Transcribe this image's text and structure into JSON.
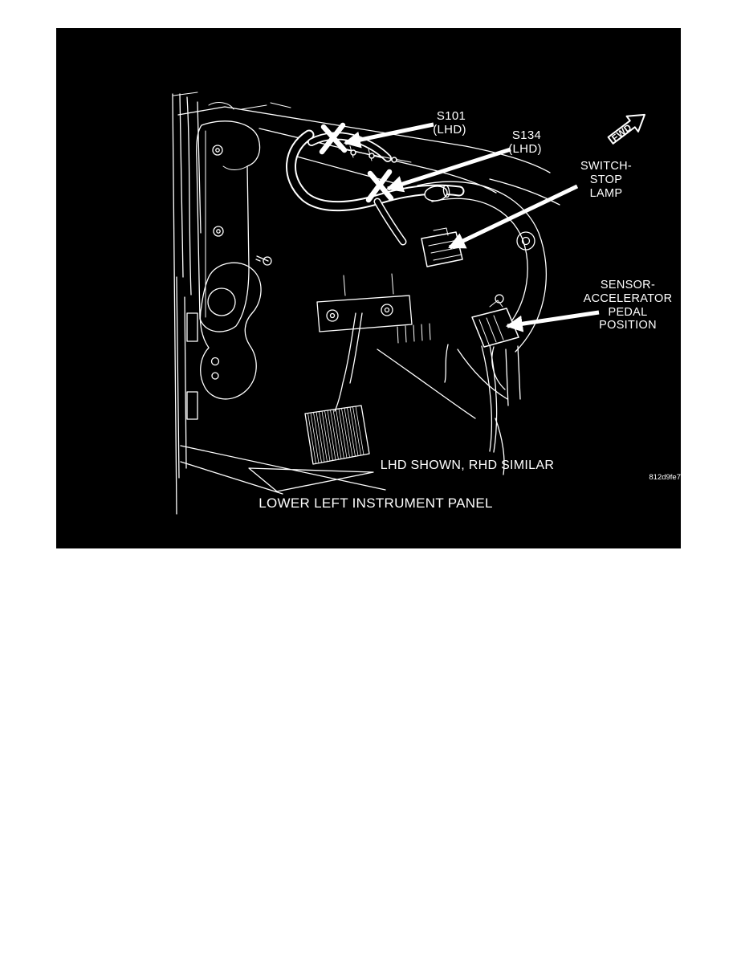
{
  "figure": {
    "colors": {
      "background": "#000000",
      "line_art": "#ffffff",
      "page": "#ffffff"
    },
    "fwd_label": "FWD",
    "callouts": {
      "s101": {
        "line1": "S101",
        "line2": "(LHD)"
      },
      "s134": {
        "line1": "S134",
        "line2": "(LHD)"
      },
      "switch_stop_lamp": {
        "line1": "SWITCH-",
        "line2": "STOP",
        "line3": "LAMP"
      },
      "sensor_accelerator_pedal_position": {
        "line1": "SENSOR-",
        "line2": "ACCELERATOR",
        "line3": "PEDAL",
        "line4": "POSITION"
      }
    },
    "variant_note": "LHD SHOWN, RHD SIMILAR",
    "figure_code": "812d9fe7",
    "caption": "LOWER LEFT INSTRUMENT PANEL"
  }
}
